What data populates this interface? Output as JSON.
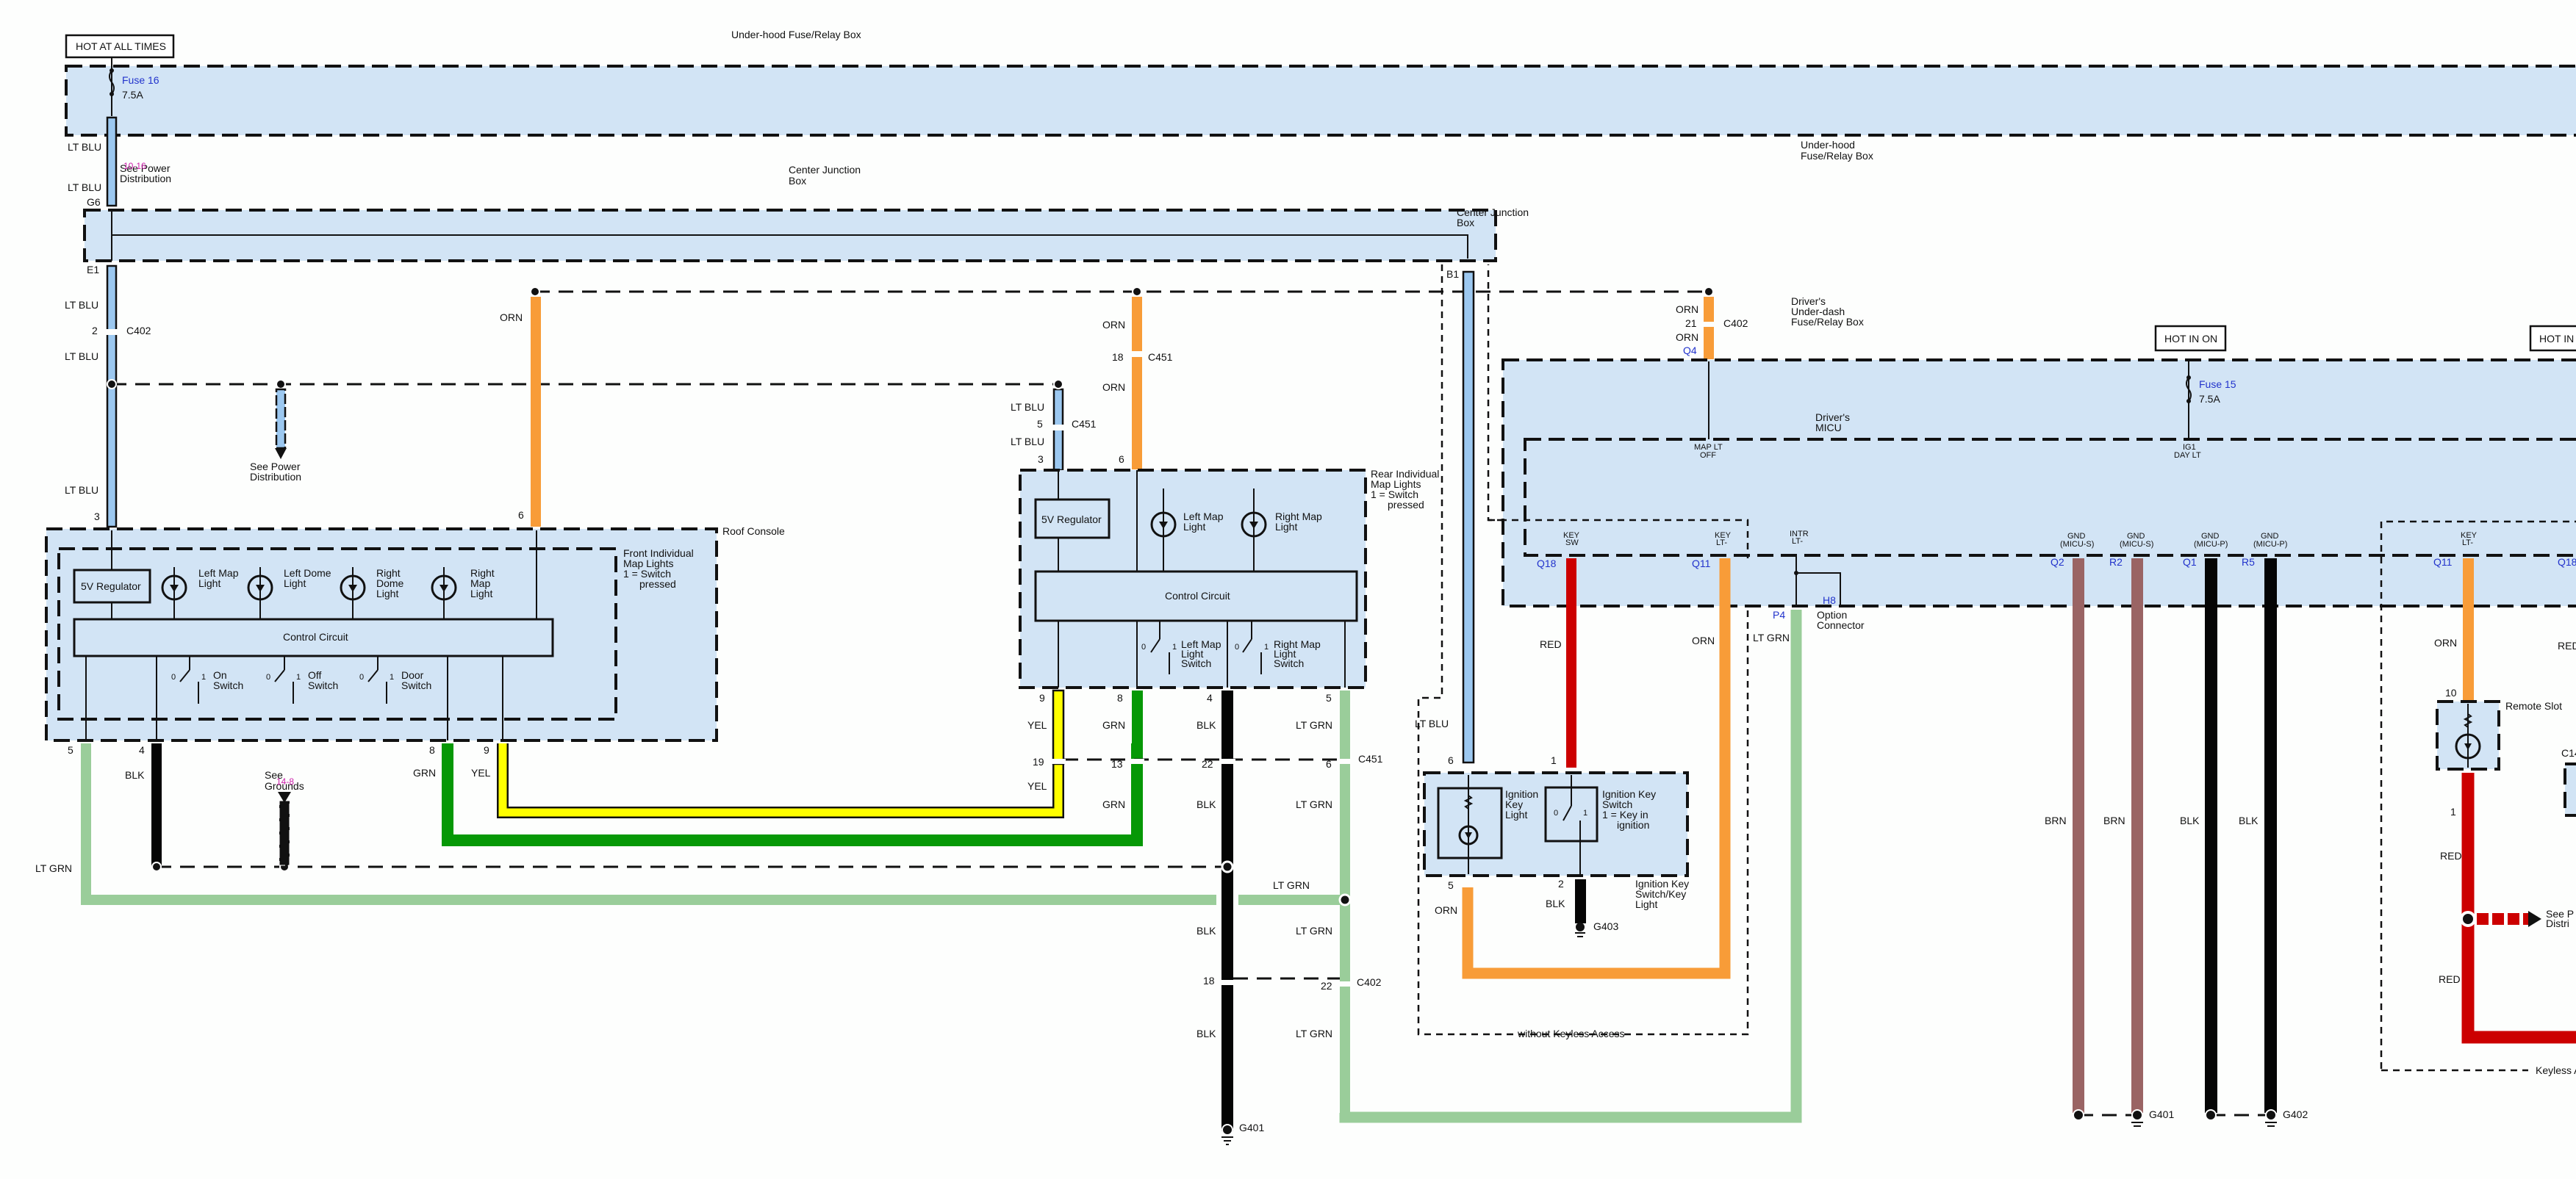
{
  "colors": {
    "lt_blu": "#9cc8f0",
    "orn": "#f89c38",
    "red": "#cc0000",
    "blk": "#050505",
    "grn": "#069806",
    "yel": "#ffff00",
    "lt_grn": "#9acd9a",
    "brn": "#9a6464",
    "component_fill": "#d2e4f5",
    "pin_blue": "#2233cc",
    "ref_pink": "#cc22aa"
  },
  "power_labels": {
    "hot_at_all_times": "HOT AT ALL TIMES",
    "hot_in_on": "HOT IN ON",
    "hot_in_on_2": "HOT IN"
  },
  "boxes": {
    "underhood_top": "Under-hood Fuse/Relay Box",
    "underhood_bottom_1": "Under-hood",
    "underhood_bottom_2": "Fuse/Relay Box",
    "center_jb_1": "Center Junction",
    "center_jb_2": "Box",
    "drivers_underdash_1": "Driver's",
    "drivers_underdash_2": "Under-dash",
    "drivers_underdash_3": "Fuse/Relay Box",
    "drivers_micu_1": "Driver's",
    "drivers_micu_2": "MICU",
    "roof_console": "Roof Console",
    "front_map_1": "Front Individual",
    "front_map_2": "Map Lights",
    "front_map_3": "1 = Switch",
    "front_map_4": "pressed",
    "rear_map_1": "Rear Individual",
    "rear_map_2": "Map Lights",
    "rear_map_3": "1 = Switch",
    "rear_map_4": "pressed",
    "without_keyless": "without Keyless Access",
    "keyless": "Keyless A",
    "remote_slot": "Remote Slot",
    "c14": "C14",
    "option_connector_1": "Option",
    "option_connector_2": "Connector",
    "ign_key_light_1": "Ignition",
    "ign_key_light_2": "Key",
    "ign_key_light_3": "Light",
    "ign_key_switch_1": "Ignition Key",
    "ign_key_switch_2": "Switch",
    "ign_key_switch_3": "1 = Key in",
    "ign_key_switch_4": "ignition",
    "ign_assembly_1": "Ignition Key",
    "ign_assembly_2": "Switch/Key",
    "ign_assembly_3": "Light"
  },
  "fuses": {
    "fuse16_name": "Fuse 16",
    "fuse16_rating": "7.5A",
    "fuse15_name": "Fuse 15",
    "fuse15_rating": "7.5A"
  },
  "components": {
    "regulator": "5V Regulator",
    "control_circuit": "Control Circuit",
    "left_map_light_1": "Left Map",
    "left_map_light_2": "Light",
    "left_dome_light_1": "Left Dome",
    "left_dome_light_2": "Light",
    "right_dome_light_1": "Right",
    "right_dome_light_2": "Dome",
    "right_dome_light_3": "Light",
    "right_map_light_1": "Right",
    "right_map_light_2": "Map",
    "right_map_light_3": "Light",
    "rear_left_map_1": "Left Map",
    "rear_left_map_2": "Light",
    "rear_right_map_1": "Right Map",
    "rear_right_map_2": "Light",
    "on_switch_1": "On",
    "on_switch_2": "Switch",
    "off_switch_1": "Off",
    "off_switch_2": "Switch",
    "door_switch_1": "Door",
    "door_switch_2": "Switch",
    "rear_left_sw_1": "Left Map",
    "rear_left_sw_2": "Light",
    "rear_left_sw_3": "Switch",
    "rear_right_sw_1": "Right Map",
    "rear_right_sw_2": "Light",
    "rear_right_sw_3": "Switch",
    "sw_pos_0": "0",
    "sw_pos_1": "1"
  },
  "micu_pins": {
    "map_lt_off_1": "MAP LT",
    "map_lt_off_2": "OFF",
    "ig1_day_lt_1": "IG1",
    "ig1_day_lt_2": "DAY LT",
    "key_sw_1": "KEY",
    "key_sw_2": "SW",
    "key_lt_1": "KEY",
    "key_lt_2": "LT-",
    "intr_lt_1": "INTR",
    "intr_lt_2": "LT-",
    "gnd": "GND",
    "micu_s": "(MICU-S)",
    "micu_p": "(MICU-P)"
  },
  "wire_colors": {
    "lt_blu": "LT BLU",
    "orn": "ORN",
    "red": "RED",
    "blk": "BLK",
    "grn": "GRN",
    "yel": "YEL",
    "lt_grn": "LT GRN",
    "brn": "BRN"
  },
  "pins": {
    "g6": "G6",
    "e1": "E1",
    "b1": "B1",
    "q4": "Q4",
    "q18": "Q18",
    "q11": "Q11",
    "p4": "P4",
    "h8": "H8",
    "q2": "Q2",
    "r2": "R2",
    "q1": "Q1",
    "r5": "R5",
    "n1": "1",
    "n2": "2",
    "n3": "3",
    "n4": "4",
    "n5": "5",
    "n6": "6",
    "n8": "8",
    "n9": "9",
    "n10": "10",
    "n13": "13",
    "n18": "18",
    "n19": "19",
    "n21": "21",
    "n22": "22"
  },
  "connectors": {
    "c402": "C402",
    "c451": "C451"
  },
  "grounds": {
    "g401": "G401",
    "g402": "G402",
    "g403": "G403"
  },
  "references": {
    "see_power_1": "See Power",
    "see_power_2": "Distribution",
    "see_grounds_1": "See",
    "see_grounds_2": "Grounds",
    "see_r": "See P",
    "distrib": "Distri",
    "ref_10_16": "10-16",
    "ref_14_8": "14-8"
  }
}
